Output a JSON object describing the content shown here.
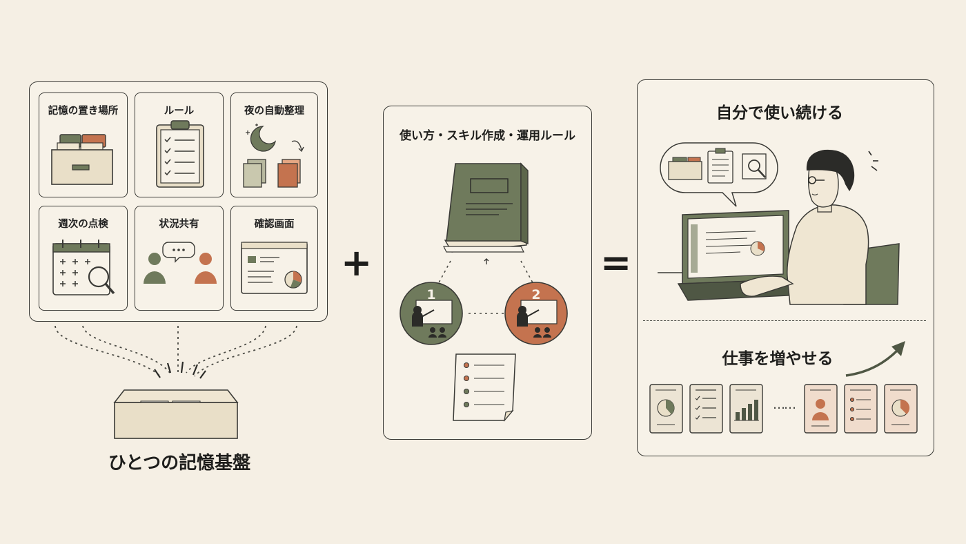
{
  "colors": {
    "background": "#f5efe4",
    "green": "#6f7a5c",
    "orange": "#c4734f",
    "cream": "#e9dfc8",
    "ink": "#3a3a36"
  },
  "left_panel": {
    "cards": [
      {
        "label": "記憶の置き場所",
        "icon": "storage-box-icon"
      },
      {
        "label": "ルール",
        "icon": "clipboard-checklist-icon"
      },
      {
        "label": "夜の自動整理",
        "icon": "moon-files-icon"
      },
      {
        "label": "週次の点検",
        "icon": "calendar-magnifier-icon"
      },
      {
        "label": "状況共有",
        "icon": "people-chat-icon"
      },
      {
        "label": "確認画面",
        "icon": "dashboard-screen-icon"
      }
    ],
    "caption": "ひとつの記憶基盤"
  },
  "operators": {
    "plus": "+",
    "equals": "="
  },
  "middle_panel": {
    "title": "使い方・スキル作成・運用ルール",
    "steps": [
      "1",
      "2"
    ]
  },
  "right_panel": {
    "top_title": "自分で使い続ける",
    "bottom_title": "仕事を増やせる",
    "ellipsis": "……"
  }
}
